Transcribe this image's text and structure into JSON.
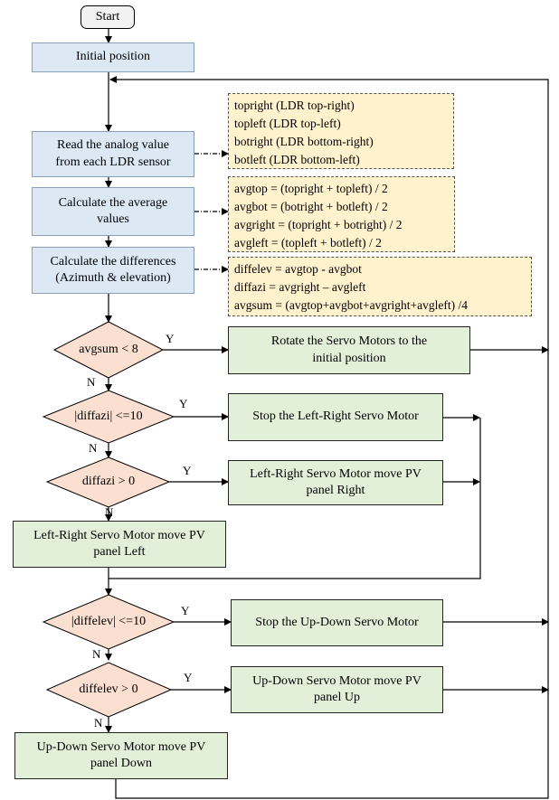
{
  "start": "Start",
  "initial_position": "Initial position",
  "read_analog": [
    "Read the analog value",
    "from each LDR sensor"
  ],
  "calc_average": [
    "Calculate the average",
    "values"
  ],
  "calc_diff": [
    "Calculate the differences",
    "(Azimuth & elevation)"
  ],
  "notes": {
    "sensors": [
      "topright (LDR top-right)",
      "topleft (LDR top-left)",
      "botright (LDR bottom-right)",
      "botleft (LDR bottom-left)"
    ],
    "averages": [
      "avgtop = (topright + topleft) / 2",
      "avgbot = (botright + botleft) / 2",
      "avgright = (topright + botright) / 2",
      "avgleft = (topleft + botleft) / 2"
    ],
    "differences": [
      "diffelev =  avgtop  - avgbot",
      "diffazi = avgright  – avgleft",
      "avgsum  = (avgtop+avgbot+avgright+avgleft) /4"
    ]
  },
  "decisions": {
    "avgsum": "avgsum < 8",
    "diffazi_abs": "|diffazi| <=10",
    "diffazi_pos": "diffazi > 0",
    "diffelev_abs": "|diffelev| <=10",
    "diffelev_pos": "diffelev > 0"
  },
  "actions": {
    "rotate_initial": [
      "Rotate the Servo Motors to the",
      "initial position"
    ],
    "stop_lr": "Stop the Left-Right Servo Motor",
    "lr_right": [
      "Left-Right Servo Motor move PV",
      "panel Right"
    ],
    "lr_left": [
      "Left-Right Servo Motor move PV",
      "panel Left"
    ],
    "stop_ud": "Stop the Up-Down Servo Motor",
    "ud_up": [
      "Up-Down Servo Motor move PV",
      "panel Up"
    ],
    "ud_down": [
      "Up-Down Servo Motor move PV",
      "panel Down"
    ]
  },
  "branch_labels": {
    "yes": "Y",
    "no": "N"
  },
  "colors": {
    "process_blue": "#dce9f5",
    "action_green": "#e2efd9",
    "decision_pink": "#fbe0d2",
    "note_yellow": "#fff2cc"
  }
}
